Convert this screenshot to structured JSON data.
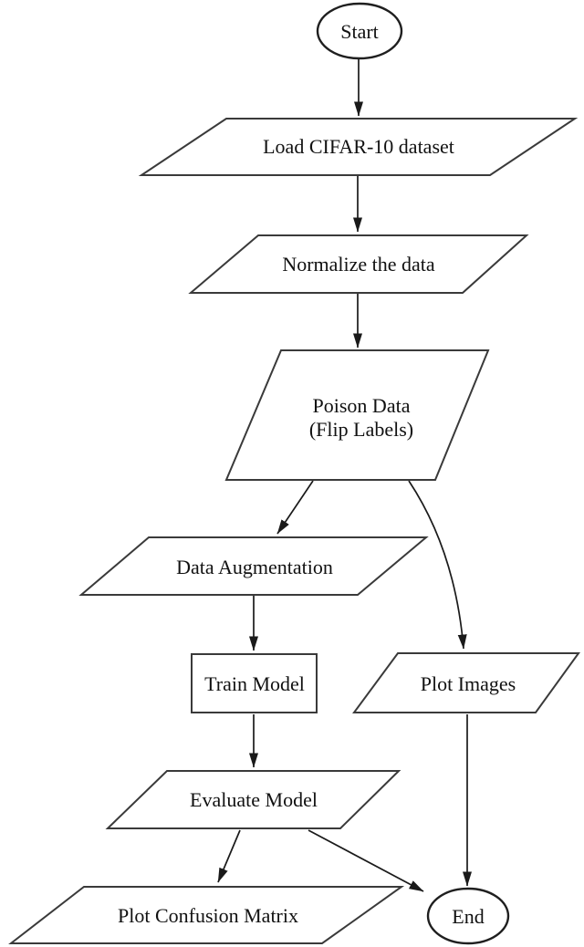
{
  "diagram": {
    "type": "flowchart",
    "background_color": "#ffffff",
    "shape_outline_color": "#3a3a3a",
    "arrow_color": "#1a1a1a",
    "text_color": "#111111",
    "nodes": [
      {
        "id": "start",
        "shape": "terminator",
        "label": "Start"
      },
      {
        "id": "load_dataset",
        "shape": "input-output",
        "label": "Load CIFAR-10 dataset"
      },
      {
        "id": "normalize",
        "shape": "input-output",
        "label": "Normalize the data"
      },
      {
        "id": "poison_data",
        "shape": "input-output",
        "label": "Poison Data",
        "sublabel": "(Flip Labels)"
      },
      {
        "id": "data_augmentation",
        "shape": "input-output",
        "label": "Data Augmentation"
      },
      {
        "id": "train_model",
        "shape": "process",
        "label": "Train Model"
      },
      {
        "id": "plot_images",
        "shape": "input-output",
        "label": "Plot Images"
      },
      {
        "id": "evaluate_model",
        "shape": "input-output",
        "label": "Evaluate Model"
      },
      {
        "id": "plot_confusion_matrix",
        "shape": "input-output",
        "label": "Plot Confusion Matrix"
      },
      {
        "id": "end",
        "shape": "terminator",
        "label": "End"
      }
    ],
    "edges": [
      {
        "from": "start",
        "to": "load_dataset",
        "style": "straight"
      },
      {
        "from": "load_dataset",
        "to": "normalize",
        "style": "straight"
      },
      {
        "from": "normalize",
        "to": "poison_data",
        "style": "straight"
      },
      {
        "from": "poison_data",
        "to": "data_augmentation",
        "style": "straight"
      },
      {
        "from": "poison_data",
        "to": "plot_images",
        "style": "curved"
      },
      {
        "from": "data_augmentation",
        "to": "train_model",
        "style": "straight"
      },
      {
        "from": "train_model",
        "to": "evaluate_model",
        "style": "straight"
      },
      {
        "from": "plot_images",
        "to": "end",
        "style": "straight"
      },
      {
        "from": "evaluate_model",
        "to": "plot_confusion_matrix",
        "style": "straight"
      },
      {
        "from": "evaluate_model",
        "to": "end",
        "style": "straight"
      }
    ]
  }
}
